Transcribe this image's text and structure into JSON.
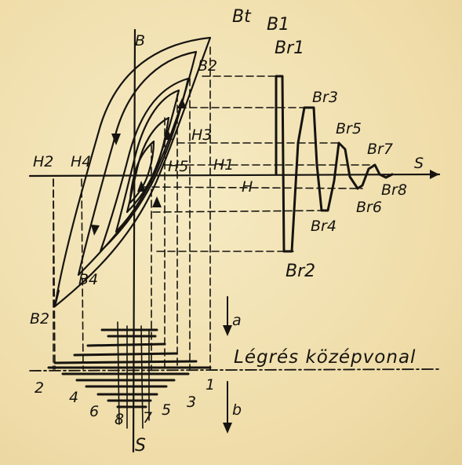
{
  "labels": {
    "bt": "Bt",
    "b1": "B1",
    "br1": "Br1",
    "b_axis": "B",
    "b2_top": "B2",
    "br3": "Br3",
    "h3": "H3",
    "br5": "Br5",
    "br7": "Br7",
    "h2": "H2",
    "h4": "H4",
    "h5": "H5",
    "h1": "H1",
    "s_right": "S",
    "br8": "Br8",
    "h": "H",
    "br6": "Br6",
    "br4": "Br4",
    "b4": "B4",
    "br2": "Br2",
    "b2_bottom": "B2",
    "a": "a",
    "b": "b",
    "caption": "Légrés középvonal",
    "n2": "2",
    "n4": "4",
    "n1": "1",
    "n6": "6",
    "n8": "8",
    "n7": "7",
    "n5": "5",
    "n3": "3",
    "s_bottom": "S"
  },
  "colors": {
    "ink": "#161410",
    "paper": "#f3e5b8"
  }
}
